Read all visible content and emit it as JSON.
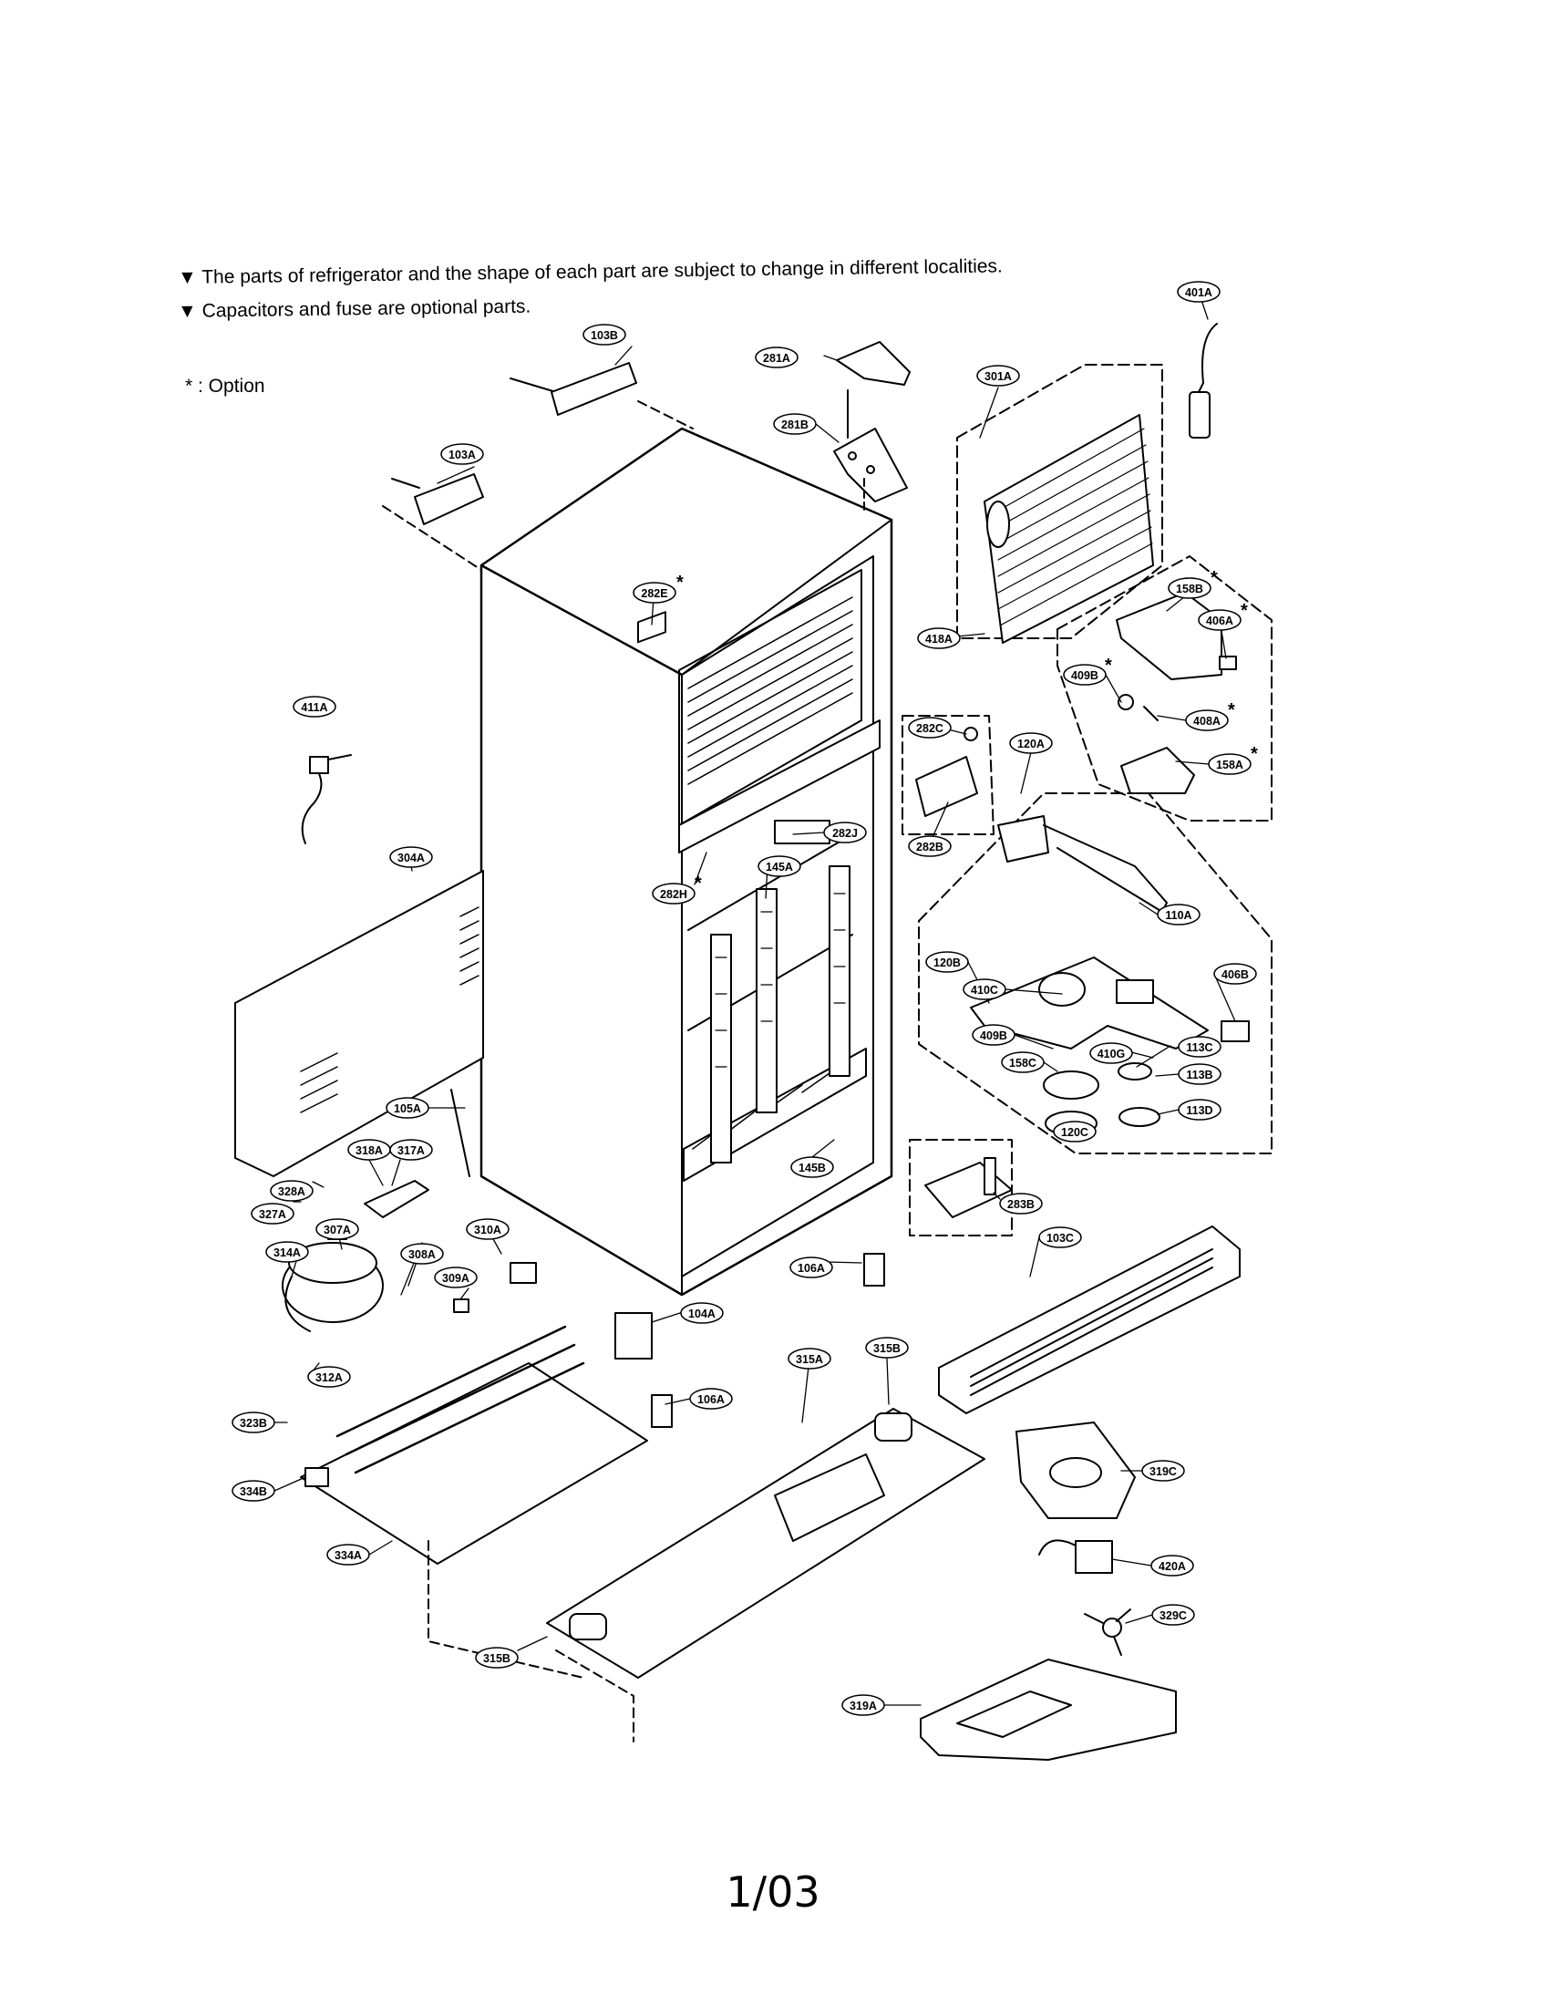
{
  "notes": [
    "▼ The parts of refrigerator and the shape of each part are subject to change in different localities.",
    "▼ Capacitors and fuse are optional parts."
  ],
  "option_legend": "* : Option",
  "page_number": "1/03",
  "parts": {
    "401A": "401A",
    "103B": "103B",
    "281A": "281A",
    "301A": "301A",
    "281B": "281B",
    "103A": "103A",
    "282E": "282E",
    "158B": "158B",
    "406A": "406A",
    "418A": "418A",
    "409B": "409B",
    "408A": "408A",
    "411A": "411A",
    "282C": "282C",
    "158A": "158A",
    "120A": "120A",
    "282J": "282J",
    "282B": "282B",
    "145A": "145A",
    "282H": "282H",
    "304A": "304A",
    "110A": "110A",
    "120B": "120B",
    "406B": "406B",
    "410C": "410C",
    "409B_2": "409B",
    "113C": "113C",
    "158C": "158C",
    "410G": "410G",
    "113B": "113B",
    "105A": "105A",
    "120C": "120C",
    "113D": "113D",
    "318A": "318A",
    "317A": "317A",
    "145B": "145B",
    "328A": "328A",
    "327A": "327A",
    "283B": "283B",
    "307A": "307A",
    "310A": "310A",
    "314A": "314A",
    "308A": "308A",
    "106A": "106A",
    "103C": "103C",
    "309A": "309A",
    "104A": "104A",
    "315A": "315A",
    "315B": "315B",
    "312A": "312A",
    "106A_2": "106A",
    "323B": "323B",
    "319C": "319C",
    "334B": "334B",
    "334A": "334A",
    "420A": "420A",
    "329C": "329C",
    "315B_2": "315B",
    "319A": "319A"
  }
}
